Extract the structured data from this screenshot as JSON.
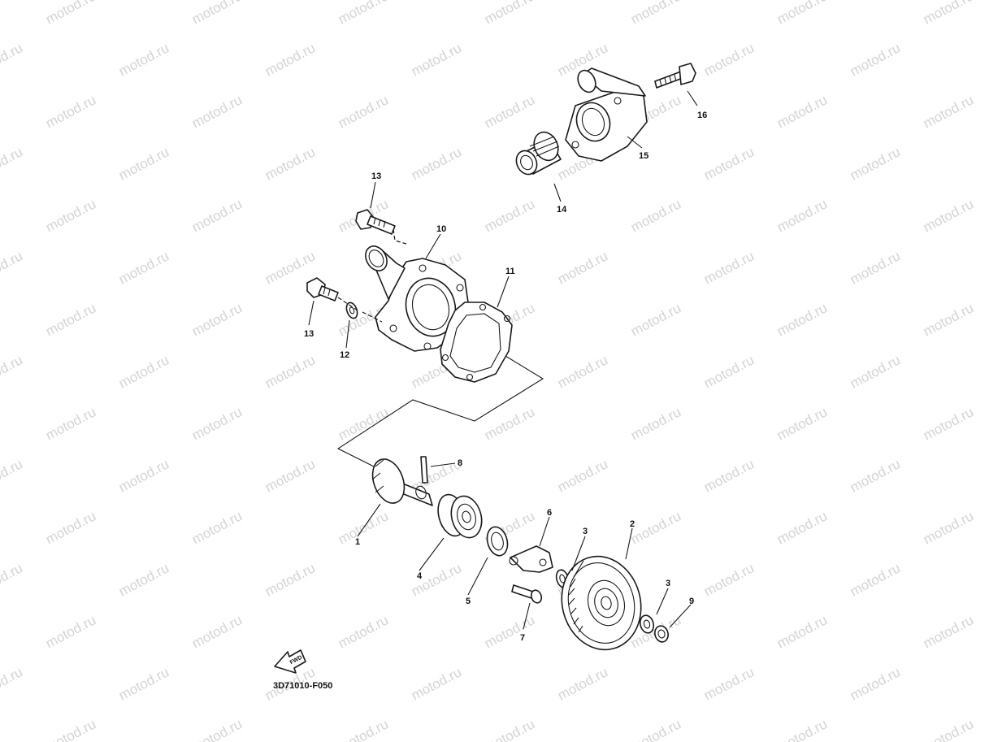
{
  "watermark": "motod.ru",
  "diagram_code": "3D71010-F050",
  "fwd_label": "FWD",
  "callouts": {
    "c1": "1",
    "c2": "2",
    "c3a": "3",
    "c3b": "3",
    "c4": "4",
    "c5": "5",
    "c6": "6",
    "c7": "7",
    "c8": "8",
    "c9": "9",
    "c10": "10",
    "c11": "11",
    "c12": "12",
    "c13a": "13",
    "c13b": "13",
    "c14": "14",
    "c15": "15",
    "c16": "16"
  }
}
